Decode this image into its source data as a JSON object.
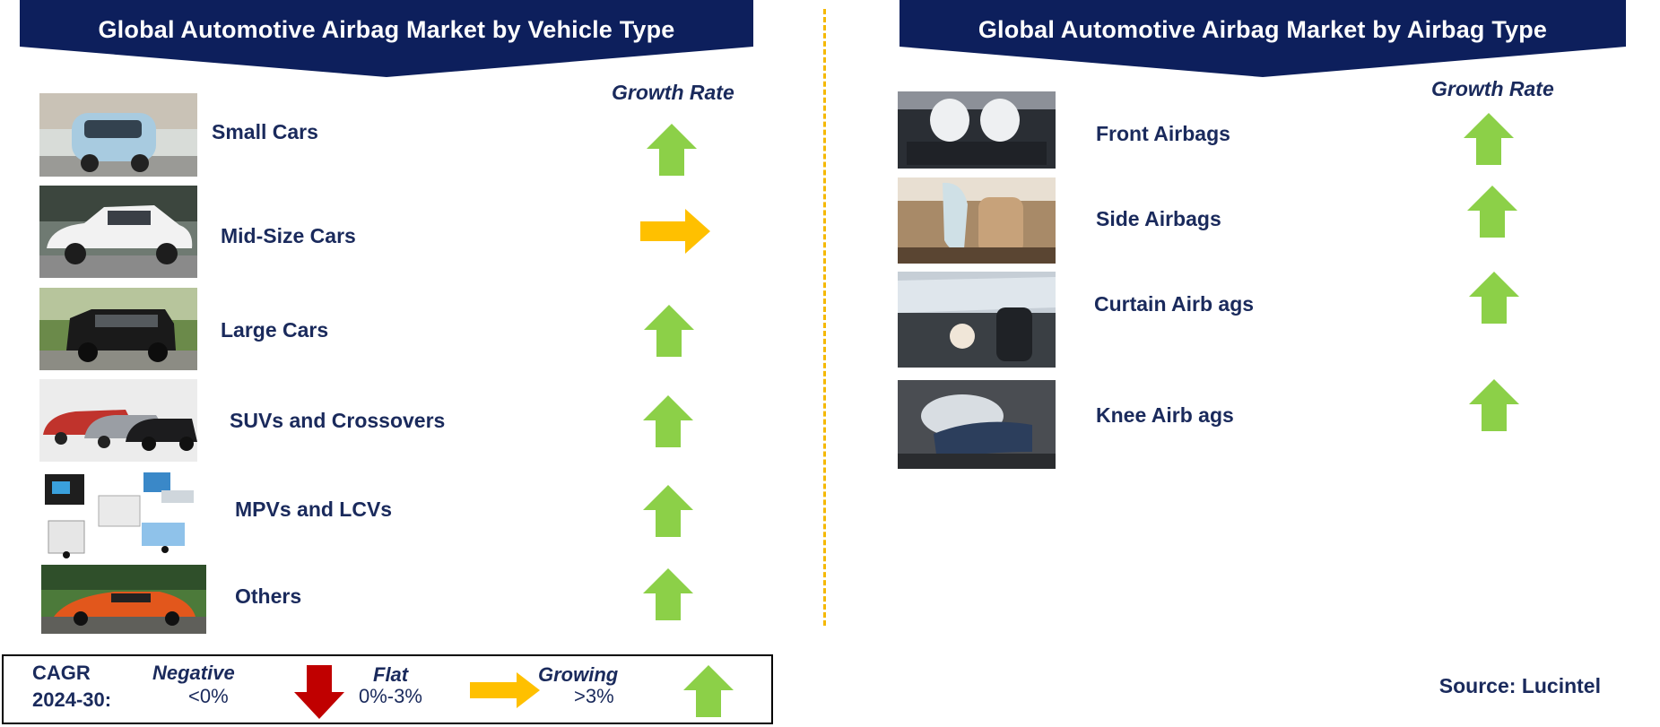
{
  "left_panel": {
    "title": "Global Automotive Airbag Market by Vehicle Type",
    "growth_header": "Growth Rate",
    "items": [
      {
        "label": "Small Cars",
        "trend": "growing",
        "image": "small-car-photo"
      },
      {
        "label": "Mid-Size Cars",
        "trend": "flat",
        "image": "sedan-photo"
      },
      {
        "label": "Large Cars",
        "trend": "growing",
        "image": "large-suv-photo"
      },
      {
        "label": "SUVs and Crossovers",
        "trend": "growing",
        "image": "suv-lineup-photo"
      },
      {
        "label": "MPVs and LCVs",
        "trend": "growing",
        "image": "utility-vehicles-photo"
      },
      {
        "label": "Others",
        "trend": "growing",
        "image": "sports-car-photo"
      }
    ]
  },
  "right_panel": {
    "title": "Global Automotive Airbag Market by Airbag Type",
    "growth_header": "Growth Rate",
    "items": [
      {
        "label": "Front Airbags",
        "trend": "growing",
        "image": "front-airbag-photo"
      },
      {
        "label": "Side Airbags",
        "trend": "growing",
        "image": "side-airbag-photo"
      },
      {
        "label": "Curtain Airb ags",
        "trend": "growing",
        "image": "curtain-airbag-photo"
      },
      {
        "label": "Knee Airb ags",
        "trend": "growing",
        "image": "knee-airbag-photo"
      }
    ]
  },
  "legend": {
    "cagr_label_line1": "CAGR",
    "cagr_label_line2": "2024-30:",
    "negative": {
      "name": "Negative",
      "range": "<0%"
    },
    "flat": {
      "name": "Flat",
      "range": "0%-3%"
    },
    "growing": {
      "name": "Growing",
      "range": ">3%"
    }
  },
  "source": "Source: Lucintel",
  "colors": {
    "banner": "#0d1f5c",
    "text": "#1a2a5c",
    "up_arrow": "#8cd048",
    "flat_arrow": "#ffc000",
    "down_arrow": "#c00000",
    "divider": "#f5b800"
  }
}
